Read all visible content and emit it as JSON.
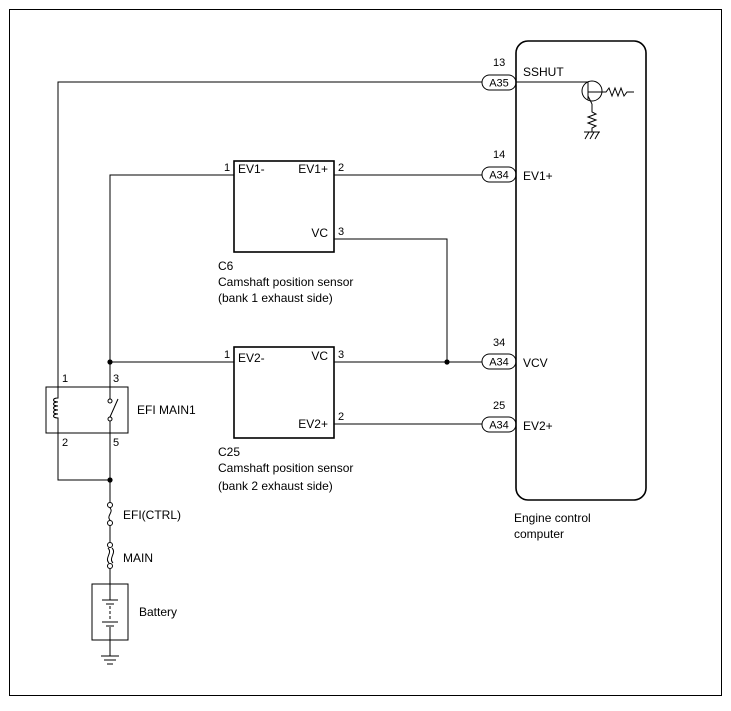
{
  "colors": {
    "line": "#000000",
    "background": "#ffffff"
  },
  "ecu": {
    "name_line1": "Engine control",
    "name_line2": "computer",
    "signals": {
      "sshut": "SSHUT",
      "ev1p": "EV1+",
      "vcv": "VCV",
      "ev2p": "EV2+"
    },
    "terminals": {
      "sshut": "13",
      "ev1p": "14",
      "vcv": "34",
      "ev2p": "25"
    },
    "connectors": {
      "sshut": "A35",
      "ev1p": "A34",
      "vcv": "A34",
      "ev2p": "A34"
    }
  },
  "sensor1": {
    "code": "C6",
    "name": "Camshaft position sensor",
    "side": "(bank 1 exhaust side)",
    "pins": {
      "ev1m": "EV1-",
      "ev1p": "EV1+",
      "vc": "VC"
    },
    "pin_numbers": {
      "ev1m": "1",
      "ev1p": "2",
      "vc": "3"
    }
  },
  "sensor2": {
    "code": "C25",
    "name": "Camshaft position sensor",
    "side": "(bank 2 exhaust side)",
    "pins": {
      "ev2m": "EV2-",
      "vc": "VC",
      "ev2p": "EV2+"
    },
    "pin_numbers": {
      "ev2m": "1",
      "vc": "3",
      "ev2p": "2"
    }
  },
  "relay": {
    "name": "EFI MAIN1",
    "pins": {
      "p1": "1",
      "p2": "2",
      "p3": "3",
      "p5": "5"
    }
  },
  "fuses": {
    "efi_ctrl": "EFI(CTRL)",
    "main": "MAIN"
  },
  "battery": {
    "label": "Battery"
  }
}
